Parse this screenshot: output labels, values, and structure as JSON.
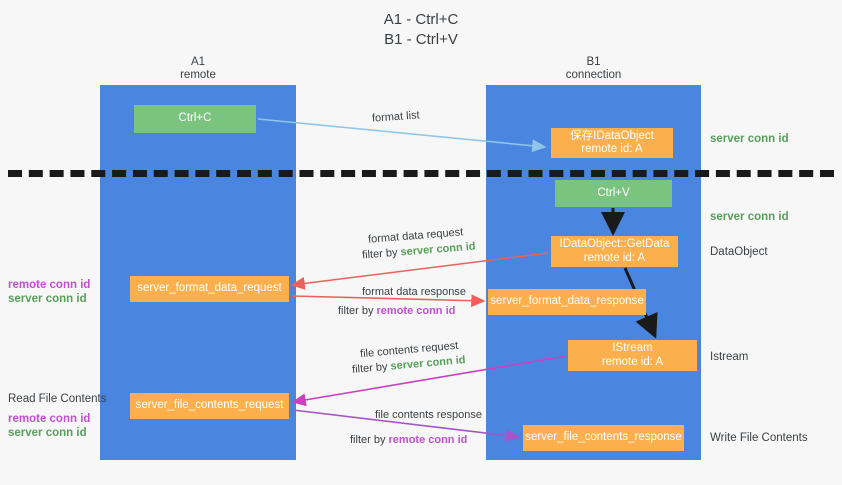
{
  "title": "A1 - Ctrl+C\nB1 - Ctrl+V",
  "lanes": {
    "a": {
      "name": "A1",
      "role": "remote",
      "header": "A1\nremote"
    },
    "b": {
      "name": "B1",
      "role": "connection",
      "header": "B1\nconnection"
    }
  },
  "boxes": {
    "ctrl_c": "Ctrl+C",
    "idataobject_saved": "保存IDataObject\nremote id: A",
    "ctrl_v": "Ctrl+V",
    "getdata": "IDataObject::GetData\nremote id: A",
    "server_format_data_request": "server_format_data_request",
    "server_format_data_response": "server_format_data_response",
    "istream": "IStream\nremote id: A",
    "server_file_contents_request": "server_file_contents_request",
    "server_file_contents_response": "server_file_contents_response"
  },
  "side_labels": {
    "server_conn_id_top": "server conn id",
    "server_conn_id_mid": "server conn id",
    "dataobject": "DataObject",
    "istream": "Istream",
    "write_file_contents": "Write File Contents",
    "read_file_contents": "Read File Contents"
  },
  "conn_ids": {
    "remote": "remote conn id",
    "server": "server conn id"
  },
  "arrow_labels": {
    "format_list": "format list",
    "format_data_request": "format data request",
    "format_data_request_filter_prefix": "filter by ",
    "format_data_request_filter_value": "server conn id",
    "format_data_response": "format data response",
    "format_data_response_filter_prefix": "filter by ",
    "format_data_response_filter_value": "remote conn id",
    "file_contents_request": "file contents request",
    "file_contents_request_filter_prefix": "filter by ",
    "file_contents_request_filter_value": "server conn id",
    "file_contents_response": "file contents response",
    "file_contents_response_filter_prefix": "filter by ",
    "file_contents_response_filter_value": "remote conn id"
  },
  "colors": {
    "lane_blue": "#4a86e0",
    "box_green": "#7bc47f",
    "box_orange": "#fbb04d",
    "arrow_lightblue": "#8ec6ea",
    "arrow_red": "#e8645a",
    "arrow_black": "#1a1a1a",
    "arrow_magenta": "#cc3fc0",
    "arrow_purple": "#a455c8",
    "text_green": "#57a05a",
    "text_purple": "#c050d0",
    "background": "#f7f7f7"
  }
}
